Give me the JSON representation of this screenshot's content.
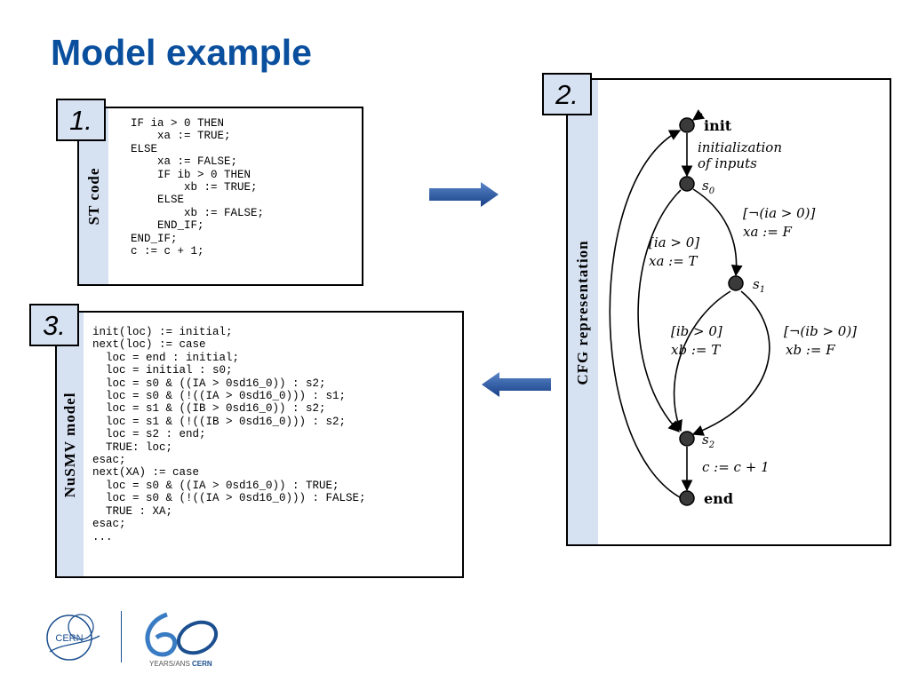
{
  "slide": {
    "title": "Model example"
  },
  "st_panel": {
    "number": "1.",
    "label": "ST code",
    "code": "IF ia > 0 THEN\n    xa := TRUE;\nELSE\n    xa := FALSE;\n    IF ib > 0 THEN\n        xb := TRUE;\n    ELSE\n        xb := FALSE;\n    END_IF;\nEND_IF;\nc := c + 1;"
  },
  "cfg_panel": {
    "number": "2.",
    "label": "CFG representation",
    "nodes": {
      "init": "init",
      "s0": "s",
      "s0_sub": "0",
      "s1": "s",
      "s1_sub": "1",
      "s2": "s",
      "s2_sub": "2",
      "end": "end"
    },
    "edges": {
      "init_line1": "initialization",
      "init_line2": "of inputs",
      "s0_left_guard": "[ia > 0]",
      "s0_left_action": "xa := T",
      "s0_right_guard": "[¬(ia > 0)]",
      "s0_right_action": "xa := F",
      "s1_left_guard": "[ib > 0]",
      "s1_left_action": "xb := T",
      "s1_right_guard": "[¬(ib > 0)]",
      "s1_right_action": "xb := F",
      "s2_action": "c := c + 1"
    }
  },
  "nusmv_panel": {
    "number": "3.",
    "label": "NuSMV model",
    "code": "init(loc) := initial;\nnext(loc) := case\n  loc = end : initial;\n  loc = initial : s0;\n  loc = s0 & ((IA > 0sd16_0)) : s2;\n  loc = s0 & (!((IA > 0sd16_0))) : s1;\n  loc = s1 & ((IB > 0sd16_0)) : s2;\n  loc = s1 & (!((IB > 0sd16_0))) : s2;\n  loc = s2 : end;\n  TRUE: loc;\nesac;\nnext(XA) := case\n  loc = s0 & ((IA > 0sd16_0)) : TRUE;\n  loc = s0 & (!((IA > 0sd16_0))) : FALSE;\n  TRUE : XA;\nesac;\n..."
  },
  "logos": {
    "cern": "CERN",
    "anniversary_prefix": "YEARS/ANS ",
    "anniversary_bold": "CERN"
  },
  "colors": {
    "title": "#0a4f9e",
    "sidebar": "#d6e1f2",
    "arrow": "#1f4e9c",
    "logo": "#1b4f8f"
  }
}
